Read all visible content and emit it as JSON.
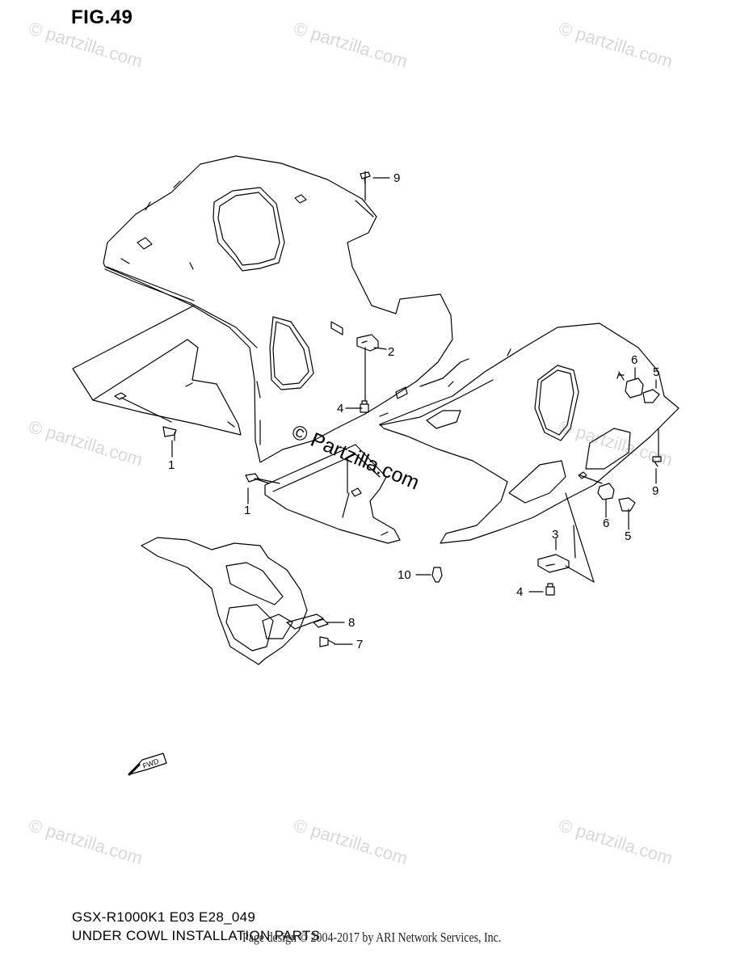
{
  "figure": {
    "title": "FIG.49",
    "model": "GSX-R1000K1 E03 E28_049",
    "name": "UNDER COWL INSTALLATION PARTS"
  },
  "copyright": "Page design © 2004-2017 by ARI Network Services, Inc.",
  "watermark": {
    "text": "© partzilla.com",
    "center_text": "© Partzilla.com"
  },
  "callouts": [
    "9",
    "2",
    "6",
    "5",
    "4",
    "1",
    "9",
    "1",
    "6",
    "5",
    "3",
    "10",
    "4",
    "8",
    "7"
  ],
  "fwd_label": "FWD",
  "colors": {
    "line": "#000000",
    "watermark": "#d8d8d8"
  }
}
